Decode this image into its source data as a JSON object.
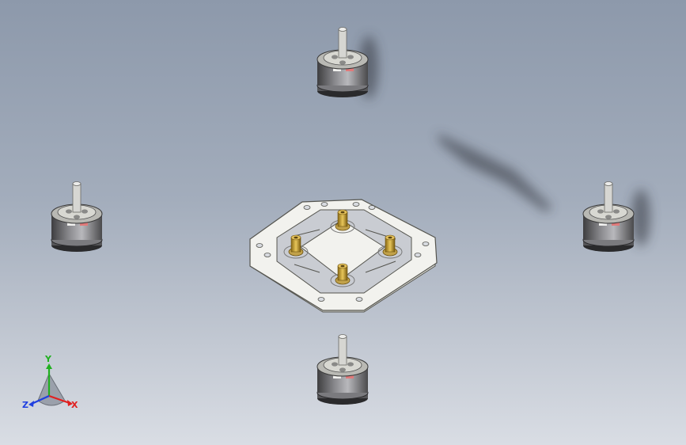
{
  "viewport": {
    "background_top": "#8d99ab",
    "background_bottom": "#d9dde4"
  },
  "colors": {
    "frame": "#f2f2ee",
    "frame_edge": "#6a6a66",
    "standoff": "#c9a43a",
    "motor_can": "#6f6f72",
    "motor_band": "#e07a7a",
    "shaft": "#d6d6d2"
  },
  "triad": {
    "x_label": "X",
    "y_label": "Y",
    "z_label": "Z",
    "x_color": "#e02020",
    "y_color": "#20b020",
    "z_color": "#2040e0"
  },
  "icons": [
    "motor-icon",
    "frame-plate-icon",
    "coordinate-triad-icon"
  ]
}
